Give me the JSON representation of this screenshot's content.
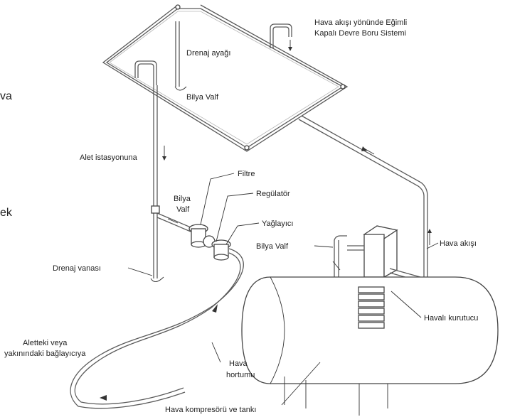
{
  "labels": {
    "title_line1": "Hava akışı yönünde Eğimli",
    "title_line2": "Kapalı Devre Boru Sistemi",
    "drain_leg": "Drenaj ayağı",
    "ball_valve_top": "Bilya Valf",
    "to_tool_station": "Alet istasyonuna",
    "filter": "Filtre",
    "ball_valve_mid_line1": "Bilya",
    "ball_valve_mid_line2": "Valf",
    "regulator": "Regülatör",
    "lubricator": "Yağlayıcı",
    "ball_valve_right": "Bilya Valf",
    "air_flow": "Hava akışı",
    "drain_valve": "Drenaj vanası",
    "air_dryer": "Havalı kurutucu",
    "tool_connector_line1": "Aletteki veya",
    "tool_connector_line2": "yakınındaki bağlayıcıya",
    "air_hose_line1": "Hava",
    "air_hose_line2": "hortumu",
    "compressor_tank": "Hava kompresörü ve tankı",
    "clipped_va": "va",
    "clipped_ek": "ek"
  },
  "colors": {
    "line": "#5a5a5a",
    "text": "#222222",
    "background": "#ffffff"
  }
}
